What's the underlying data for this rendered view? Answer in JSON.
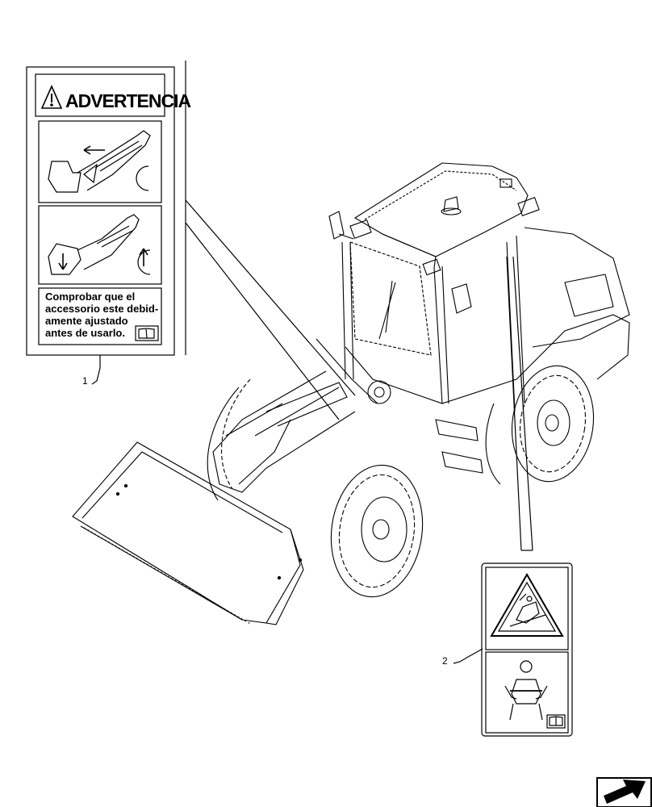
{
  "callouts": [
    {
      "id": "1",
      "label": "1"
    },
    {
      "id": "2",
      "label": "2"
    }
  ],
  "decal1": {
    "header": "ADVERTENCIA",
    "lines": [
      "Comprobar que el",
      "accessorio este debid-",
      "amente ajustado",
      "antes de usarlo."
    ]
  },
  "icons": {
    "warning": "warning-triangle-icon",
    "manual": "book-icon",
    "seat_belt": "seated-operator-icon",
    "rollover": "rollover-hazard-icon",
    "next_page": "arrow-right-icon"
  },
  "colors": {
    "line": "#000000",
    "background": "#ffffff"
  }
}
